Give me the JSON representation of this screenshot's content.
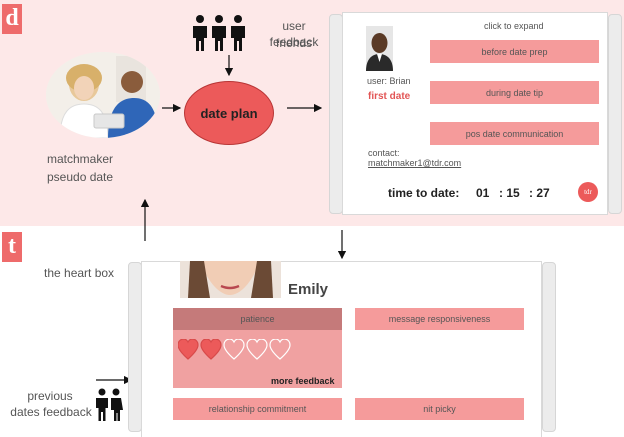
{
  "logos": {
    "top_letter": "d",
    "bottom_letter": "t"
  },
  "top_left": {
    "caption_line1": "matchmaker",
    "caption_line2": "pseudo date"
  },
  "friends": {
    "caption_line1": "user friends",
    "caption_line2": "feedback"
  },
  "center": {
    "label": "date plan"
  },
  "date_app": {
    "header_hint": "click to expand",
    "user_label": "user: Brian",
    "status": "first date",
    "buttons": [
      "before date prep",
      "during date tip",
      "pos date communication"
    ],
    "contact_label": "contact:",
    "contact_email": "matchmaker1@tdr.com",
    "timer_label": "time to date:",
    "timer_h": "01",
    "timer_m": ": 15",
    "timer_s": ": 27",
    "badge": "tdr"
  },
  "heart_box": {
    "caption": "the heart box",
    "name": "Emily",
    "patience_label": "patience",
    "responsiveness_label": "message responsiveness",
    "commitment_label": "relationship commitment",
    "nitpicky_label": "nit picky",
    "more_feedback": "more feedback",
    "hearts_filled": 2,
    "hearts_total": 5
  },
  "previous": {
    "caption_line1": "previous",
    "caption_line2": "dates feedback"
  },
  "colors": {
    "accent": "#ec5a5a",
    "button": "#f59b9b",
    "band": "#fde8e8"
  }
}
